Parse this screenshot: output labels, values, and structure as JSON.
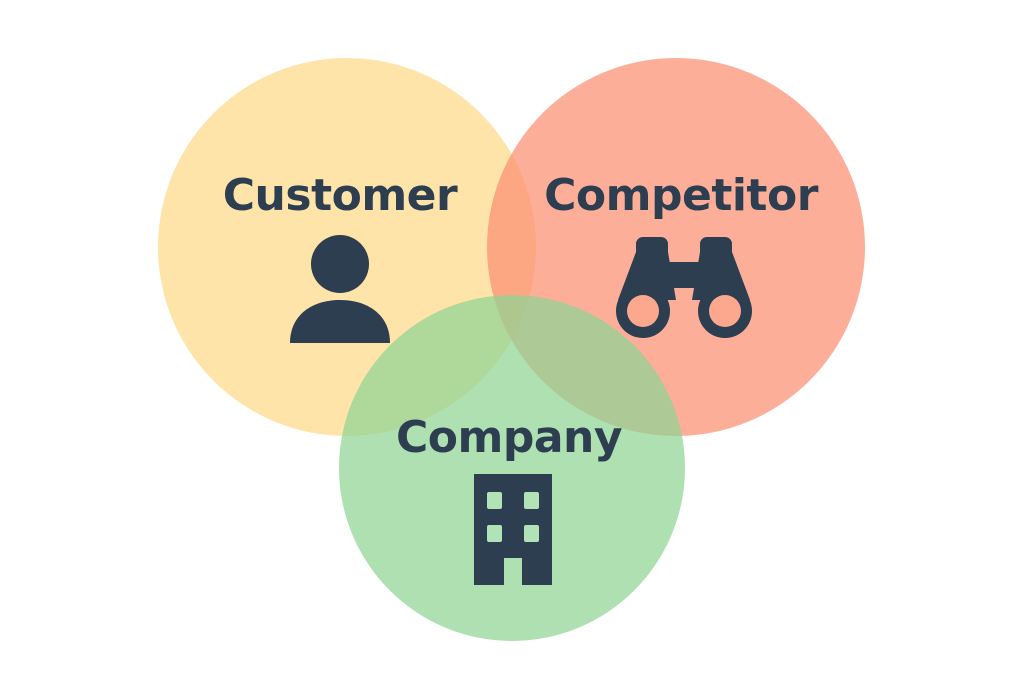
{
  "diagram": {
    "type": "venn-3",
    "text_color": "#2c3e4f",
    "sets": [
      {
        "id": "customer",
        "label": "Customer",
        "color": "#fdd988",
        "opacity": 0.72,
        "icon": "person-icon"
      },
      {
        "id": "competitor",
        "label": "Competitor",
        "color": "#fb8f71",
        "opacity": 0.72,
        "icon": "binoculars-icon"
      },
      {
        "id": "company",
        "label": "Company",
        "color": "#8fd494",
        "opacity": 0.72,
        "icon": "building-icon"
      }
    ]
  }
}
